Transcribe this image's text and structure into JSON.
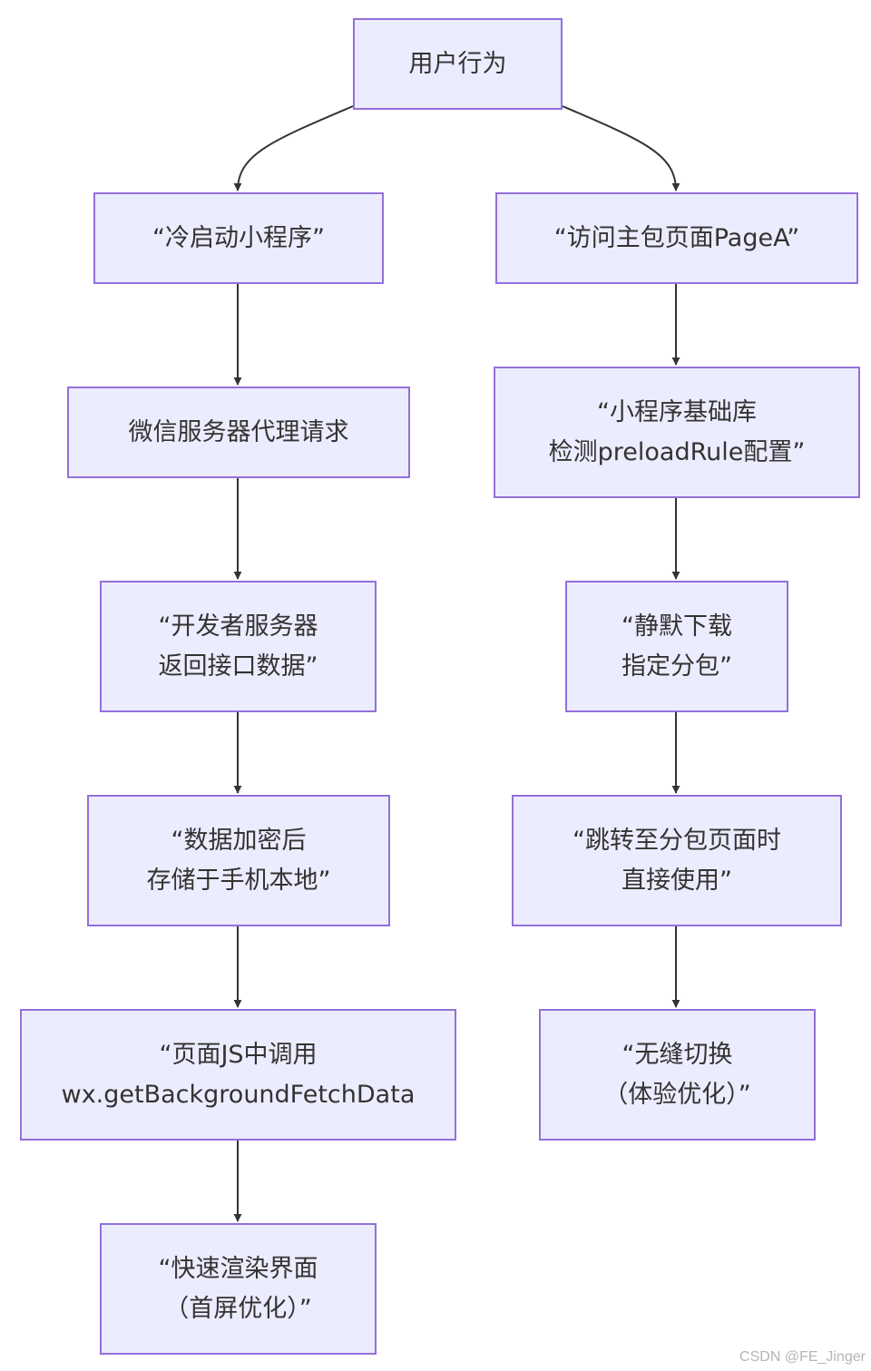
{
  "nodes": {
    "user_action": [
      "用户行为"
    ],
    "cold_start": [
      "“冷启动小程序”"
    ],
    "wechat_proxy": [
      "微信服务器代理请求"
    ],
    "dev_server": [
      "“开发者服务器",
      "返回接口数据”"
    ],
    "encrypt_store": [
      "“数据加密后",
      "存储于手机本地”"
    ],
    "call_api": [
      "“页面JS中调用",
      "wx.getBackgroundFetchData"
    ],
    "fast_render": [
      "“快速渲染界面",
      "（首屏优化）”"
    ],
    "visit_page": [
      "“访问主包页面PageA”"
    ],
    "detect_rule": [
      "“小程序基础库",
      "检测preloadRule配置”"
    ],
    "silent_download": [
      "“静默下载",
      "指定分包”"
    ],
    "jump_use": [
      "“跳转至分包页面时",
      "直接使用”"
    ],
    "seamless": [
      "“无缝切换",
      "（体验优化）”"
    ]
  },
  "edges": [
    [
      "user_action",
      "cold_start"
    ],
    [
      "user_action",
      "visit_page"
    ],
    [
      "cold_start",
      "wechat_proxy"
    ],
    [
      "wechat_proxy",
      "dev_server"
    ],
    [
      "dev_server",
      "encrypt_store"
    ],
    [
      "encrypt_store",
      "call_api"
    ],
    [
      "call_api",
      "fast_render"
    ],
    [
      "visit_page",
      "detect_rule"
    ],
    [
      "detect_rule",
      "silent_download"
    ],
    [
      "silent_download",
      "jump_use"
    ],
    [
      "jump_use",
      "seamless"
    ]
  ],
  "colors": {
    "node_fill": "#ececff",
    "node_border": "#9370db",
    "edge": "#333333",
    "text": "#333333"
  },
  "watermark": "CSDN @FE_Jinger"
}
